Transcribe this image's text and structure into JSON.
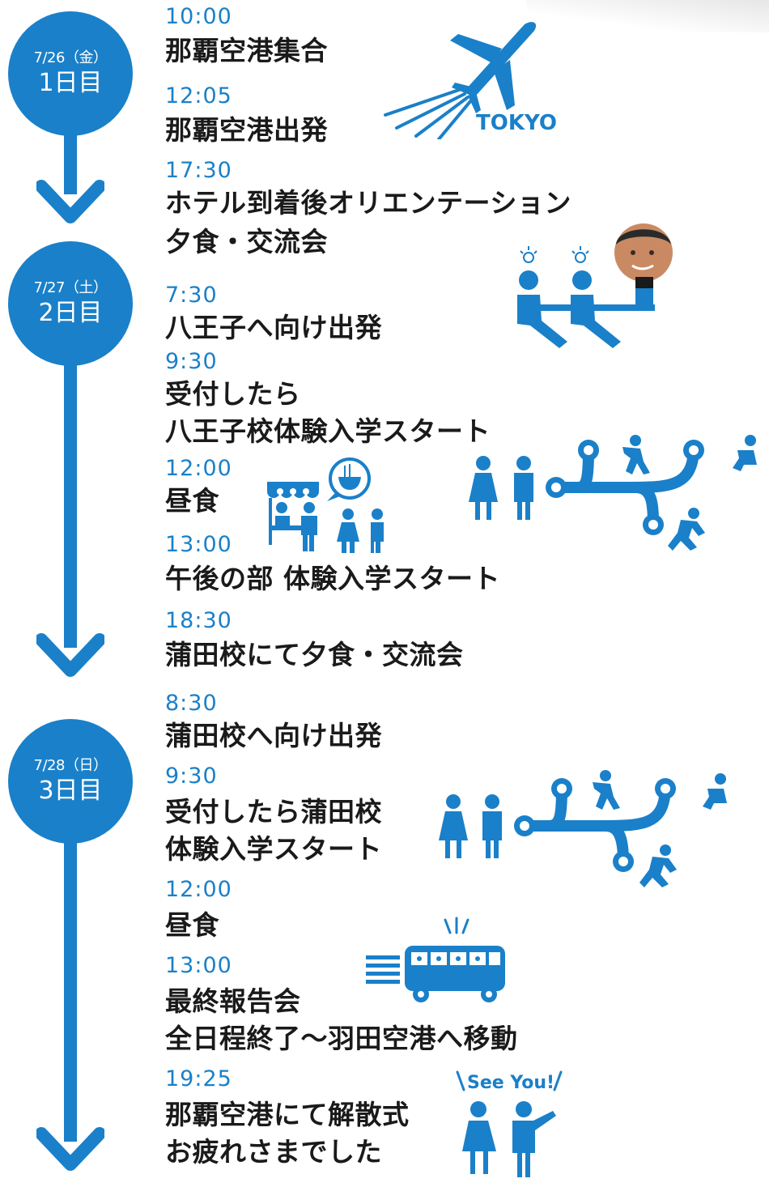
{
  "colors": {
    "accent": "#1a80c9",
    "text": "#1a1a1a",
    "background": "#ffffff"
  },
  "days": [
    {
      "date": "7/26（金）",
      "label": "1日目"
    },
    {
      "date": "7/27（土）",
      "label": "2日目"
    },
    {
      "date": "7/28（日）",
      "label": "3日目"
    }
  ],
  "schedule": [
    {
      "time": "10:00",
      "lines": [
        "那覇空港集合"
      ]
    },
    {
      "time": "12:05",
      "lines": [
        "那覇空港出発"
      ]
    },
    {
      "time": "17:30",
      "lines": [
        "ホテル到着後オリエンテーション",
        "夕食・交流会"
      ]
    },
    {
      "time": "7:30",
      "lines": [
        "八王子へ向け出発"
      ]
    },
    {
      "time": "9:30",
      "lines": [
        "受付したら",
        "八王子校体験入学スタート"
      ]
    },
    {
      "time": "12:00",
      "lines": [
        "昼食"
      ]
    },
    {
      "time": "13:00",
      "lines": [
        "午後の部 体験入学スタート"
      ]
    },
    {
      "time": "18:30",
      "lines": [
        "蒲田校にて夕食・交流会"
      ]
    },
    {
      "time": "8:30",
      "lines": [
        "蒲田校へ向け出発"
      ]
    },
    {
      "time": "9:30",
      "lines": [
        "受付したら蒲田校",
        "体験入学スタート"
      ]
    },
    {
      "time": "12:00",
      "lines": [
        "昼食"
      ]
    },
    {
      "time": "13:00",
      "lines": [
        "最終報告会",
        "全日程終了～羽田空港へ移動"
      ]
    },
    {
      "time": "19:25",
      "lines": [
        "那覇空港にて解散式",
        "お疲れさまでした"
      ]
    }
  ],
  "illustrations": {
    "plane": {
      "icon": "airplane-icon",
      "label": "TOKYO"
    },
    "meeting": {
      "icon": "meeting-icon"
    },
    "lunch": {
      "icon": "ramen-shop-icon"
    },
    "career_paths_1": {
      "icon": "career-branch-icon"
    },
    "career_paths_2": {
      "icon": "career-branch-icon"
    },
    "bus": {
      "icon": "bus-icon"
    },
    "farewell": {
      "icon": "see-you-icon",
      "label": "See You!"
    }
  }
}
